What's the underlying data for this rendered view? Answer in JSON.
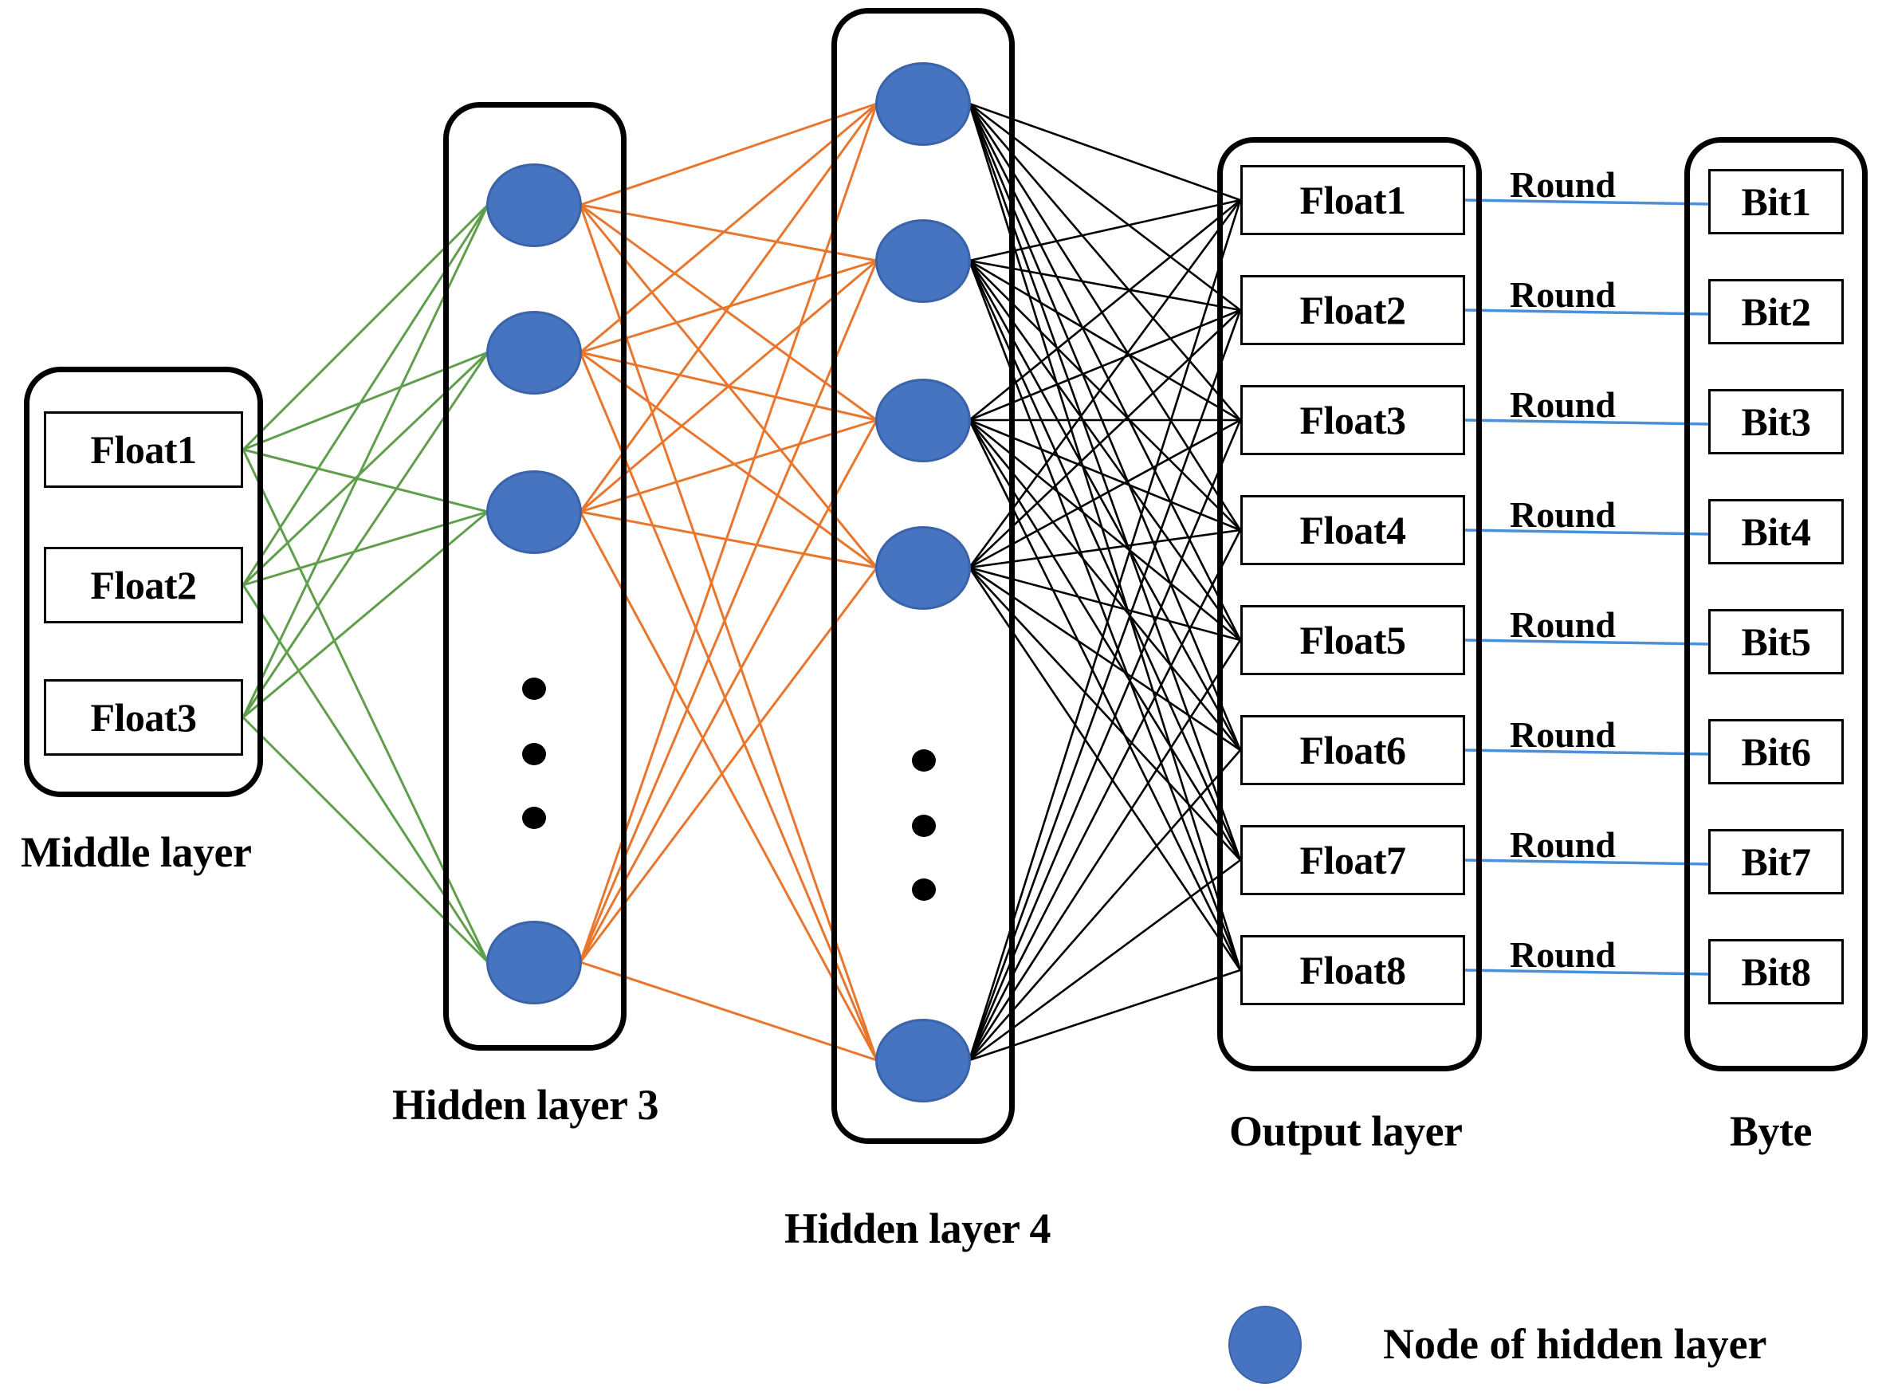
{
  "diagram": {
    "title": "Neural network output quantization diagram",
    "colors": {
      "node_fill": "#4674C1",
      "node_stroke": "#3A63A8",
      "edge_middle_to_h3": "#5F9E4A",
      "edge_h3_to_h4": "#E8762C",
      "edge_h4_to_output": "#000000",
      "edge_output_to_byte": "#4A90D9",
      "box_stroke": "#000000",
      "background": "#FFFFFF"
    }
  },
  "middle_layer": {
    "label": "Middle layer",
    "cells": [
      "Float1",
      "Float2",
      "Float3"
    ]
  },
  "hidden_layer_3": {
    "label": "Hidden layer 3",
    "visible_nodes": 4,
    "ellipsis_dots": 3
  },
  "hidden_layer_4": {
    "label": "Hidden layer 4",
    "visible_nodes": 5,
    "ellipsis_dots": 3
  },
  "output_layer": {
    "label": "Output layer",
    "cells": [
      "Float1",
      "Float2",
      "Float3",
      "Float4",
      "Float5",
      "Float6",
      "Float7",
      "Float8"
    ]
  },
  "byte_layer": {
    "label": "Byte",
    "cells": [
      "Bit1",
      "Bit2",
      "Bit3",
      "Bit4",
      "Bit5",
      "Bit6",
      "Bit7",
      "Bit8"
    ]
  },
  "round_labels": [
    "Round",
    "Round",
    "Round",
    "Round",
    "Round",
    "Round",
    "Round",
    "Round"
  ],
  "legend": {
    "marker": "node-circle",
    "label": "Node of hidden layer"
  }
}
